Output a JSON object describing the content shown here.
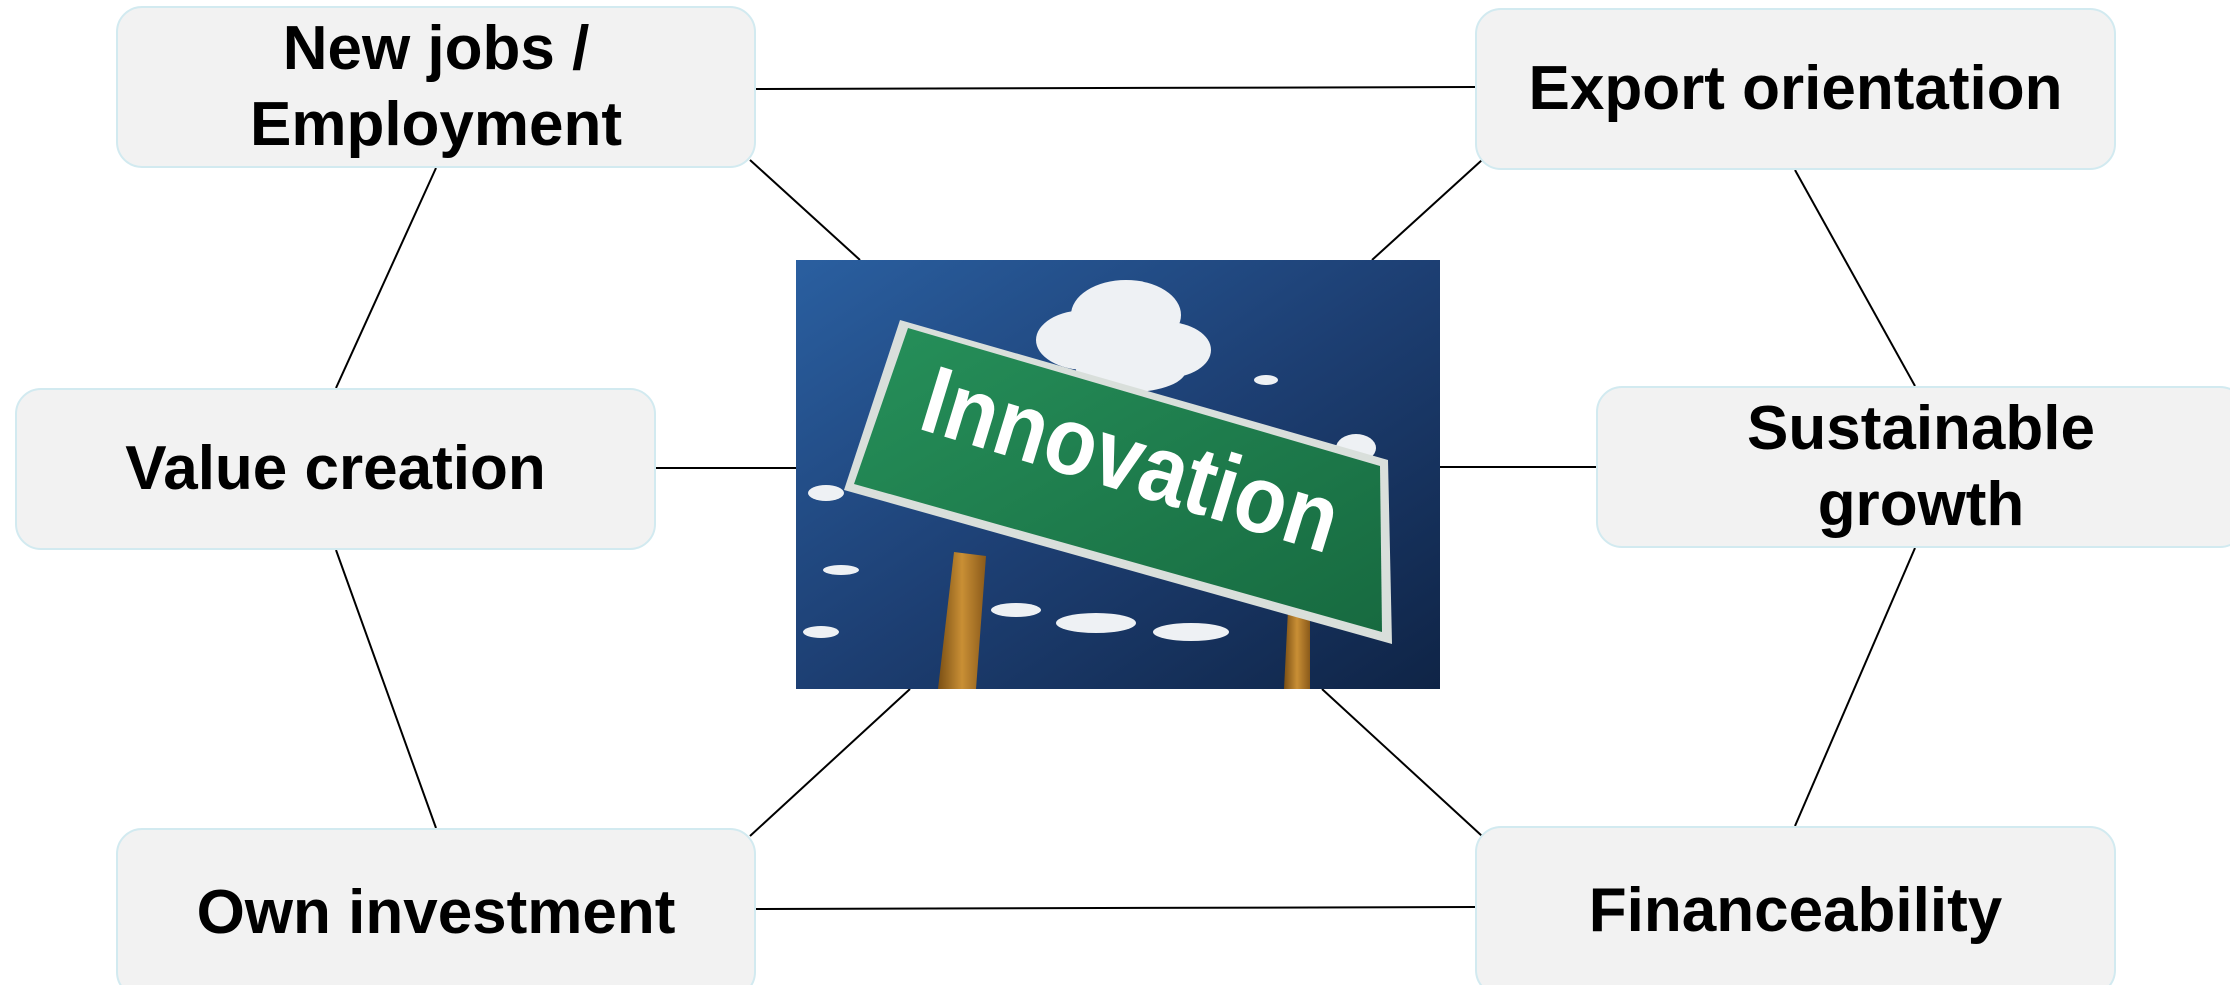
{
  "diagram": {
    "center": {
      "sign_text": "Innovation"
    },
    "nodes": {
      "new_jobs": "New jobs /\nEmployment",
      "export_orientation": "Export orientation",
      "value_creation": "Value creation",
      "sustainable_growth": "Sustainable\ngrowth",
      "own_investment": "Own investment",
      "financeability": "Financeability"
    }
  },
  "colors": {
    "node_fill": "#f2f2f2",
    "node_border": "#d2eaf0",
    "connector": "#000000",
    "sky": "#1d3f73",
    "sign_green": "#1f7a4d",
    "sign_text": "#ffffff",
    "post": "#b07a2a"
  }
}
